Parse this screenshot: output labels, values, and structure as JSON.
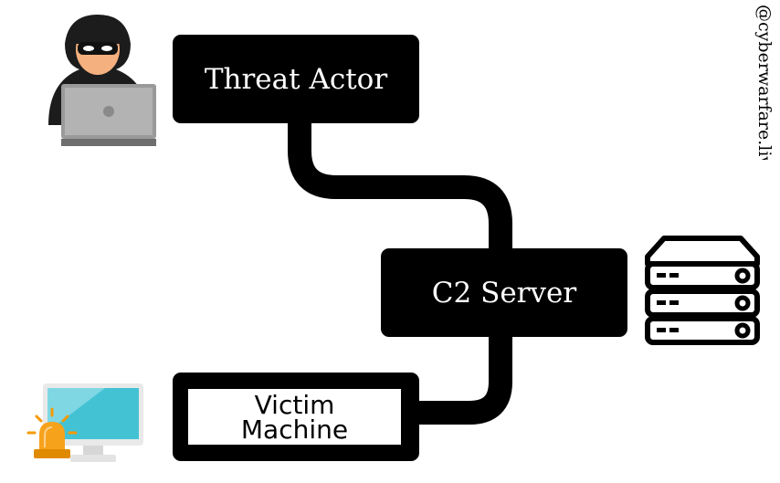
{
  "nodes": {
    "threat_actor": "Threat Actor",
    "c2_server": "C2 Server",
    "victim_line1": "Victim",
    "victim_line2": "Machine"
  },
  "watermark": "@cyberwarfare.live",
  "icons": {
    "hacker": "hacker-laptop-icon",
    "server": "server-rack-icon",
    "victim": "computer-monitor-with-alarm-icon"
  },
  "colors": {
    "node": "#000000",
    "screen": "#43c2d4",
    "alarm": "#f59a00"
  }
}
